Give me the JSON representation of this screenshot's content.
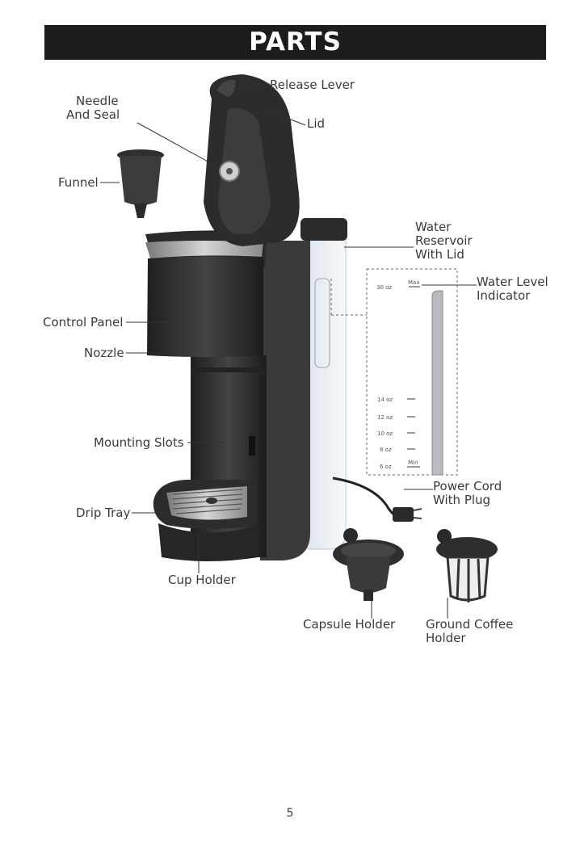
{
  "title": "PARTS",
  "labels": {
    "release_lever": "Release Lever",
    "lid": "Lid",
    "needle_line1": "Needle",
    "needle_line2": "And Seal",
    "funnel": "Funnel",
    "water_line1": "Water",
    "water_line2": "Reservoir",
    "water_line3": "With Lid",
    "level_line1": "Water Level",
    "level_line2": "Indicator",
    "control_panel": "Control Panel",
    "nozzle": "Nozzle",
    "mounting_slots": "Mounting Slots",
    "power_line1": "Power Cord",
    "power_line2": "With Plug",
    "drip_tray": "Drip Tray",
    "cup_holder": "Cup Holder",
    "capsule_holder": "Capsule Holder",
    "ground_line1": "Ground Coffee",
    "ground_line2": "Holder"
  },
  "gauge": {
    "max": "Max",
    "max_oz": "30 oz",
    "mid": [
      "14 oz",
      "12 oz",
      "10 oz",
      "8 oz"
    ],
    "min_oz": "6 oz",
    "min": "Min"
  },
  "page_number": "5",
  "colors": {
    "banner": "#1c1c1c",
    "machine": "#2f2f2f",
    "reservoir": "#e9eef2",
    "text": "#3a3a3a"
  }
}
